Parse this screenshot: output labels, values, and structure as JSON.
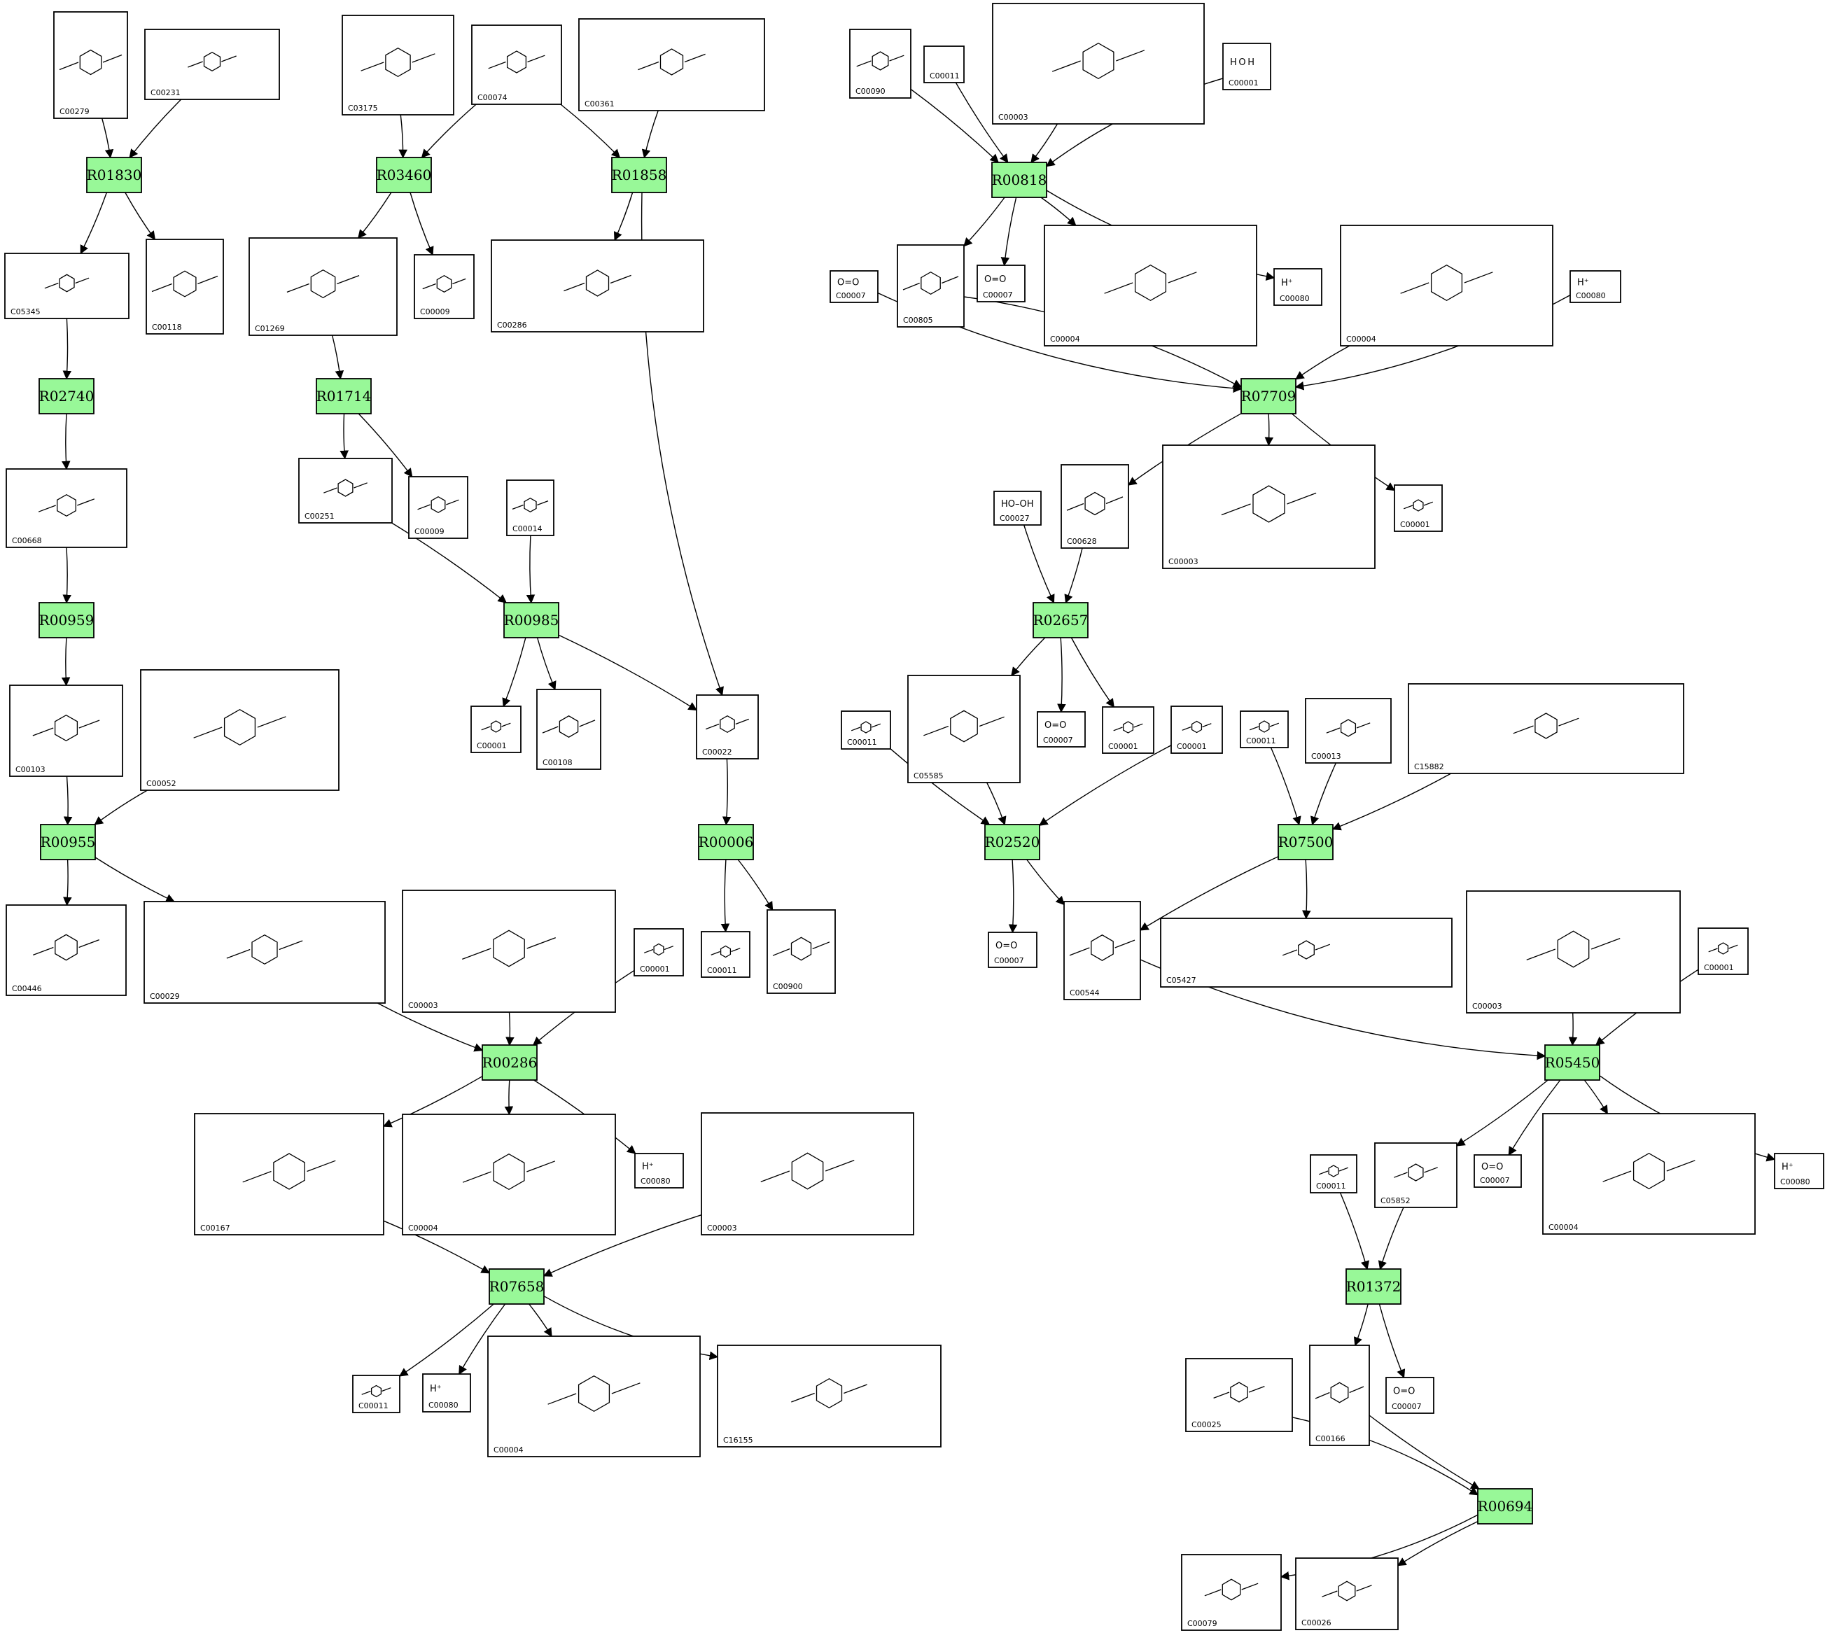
{
  "colors": {
    "reaction_fill": "#98f898",
    "compound_fill": "#ffffff",
    "line": "#000000"
  },
  "reactions": [
    {
      "id": "r01830",
      "label": "R01830"
    },
    {
      "id": "r03460",
      "label": "R03460"
    },
    {
      "id": "r01858",
      "label": "R01858"
    },
    {
      "id": "r00818",
      "label": "R00818"
    },
    {
      "id": "r02740",
      "label": "R02740"
    },
    {
      "id": "r01714",
      "label": "R01714"
    },
    {
      "id": "r07709",
      "label": "R07709"
    },
    {
      "id": "r00959",
      "label": "R00959"
    },
    {
      "id": "r00985",
      "label": "R00985"
    },
    {
      "id": "r02657",
      "label": "R02657"
    },
    {
      "id": "r00955",
      "label": "R00955"
    },
    {
      "id": "r00006",
      "label": "R00006"
    },
    {
      "id": "r02520",
      "label": "R02520"
    },
    {
      "id": "r07500",
      "label": "R07500"
    },
    {
      "id": "r00286",
      "label": "R00286"
    },
    {
      "id": "r05450",
      "label": "R05450"
    },
    {
      "id": "r07658",
      "label": "R07658"
    },
    {
      "id": "r01372",
      "label": "R01372"
    },
    {
      "id": "r00694",
      "label": "R00694"
    }
  ],
  "compounds": [
    {
      "id": "c00279",
      "label": "C00279"
    },
    {
      "id": "c00231",
      "label": "C00231"
    },
    {
      "id": "c03175",
      "label": "C03175"
    },
    {
      "id": "c00074",
      "label": "C00074"
    },
    {
      "id": "c00361",
      "label": "C00361"
    },
    {
      "id": "c00090",
      "label": "C00090"
    },
    {
      "id": "c00011_a",
      "label": "C00011"
    },
    {
      "id": "c00003_a",
      "label": "C00003"
    },
    {
      "id": "c00001_a",
      "label": "C00001",
      "formula": "H O H"
    },
    {
      "id": "c05345",
      "label": "C05345"
    },
    {
      "id": "c00118",
      "label": "C00118"
    },
    {
      "id": "c01269",
      "label": "C01269"
    },
    {
      "id": "c00009_a",
      "label": "C00009"
    },
    {
      "id": "c00286",
      "label": "C00286"
    },
    {
      "id": "c00007_a",
      "label": "C00007",
      "formula": "O=O"
    },
    {
      "id": "c00805",
      "label": "C00805"
    },
    {
      "id": "c00007_b",
      "label": "C00007",
      "formula": "O=O"
    },
    {
      "id": "c00004_a",
      "label": "C00004"
    },
    {
      "id": "c00080_a",
      "label": "C00080",
      "formula": "H⁺"
    },
    {
      "id": "c00004_b",
      "label": "C00004"
    },
    {
      "id": "c00080_b",
      "label": "C00080",
      "formula": "H⁺"
    },
    {
      "id": "c00668",
      "label": "C00668"
    },
    {
      "id": "c00251",
      "label": "C00251"
    },
    {
      "id": "c00009_b",
      "label": "C00009"
    },
    {
      "id": "c00014",
      "label": "C00014"
    },
    {
      "id": "c00027",
      "label": "C00027",
      "formula": "HO–OH"
    },
    {
      "id": "c00628",
      "label": "C00628"
    },
    {
      "id": "c00003_b",
      "label": "C00003"
    },
    {
      "id": "c00001_b",
      "label": "C00001"
    },
    {
      "id": "c00103",
      "label": "C00103"
    },
    {
      "id": "c00052",
      "label": "C00052"
    },
    {
      "id": "c00001_c",
      "label": "C00001"
    },
    {
      "id": "c00108",
      "label": "C00108"
    },
    {
      "id": "c00022",
      "label": "C00022"
    },
    {
      "id": "c00011_b",
      "label": "C00011"
    },
    {
      "id": "c05585",
      "label": "C05585"
    },
    {
      "id": "c00007_c",
      "label": "C00007",
      "formula": "O=O"
    },
    {
      "id": "c00001_d",
      "label": "C00001"
    },
    {
      "id": "c00001_e",
      "label": "C00001"
    },
    {
      "id": "c00011_c",
      "label": "C00011"
    },
    {
      "id": "c00013",
      "label": "C00013"
    },
    {
      "id": "c15882",
      "label": "C15882"
    },
    {
      "id": "c00446",
      "label": "C00446"
    },
    {
      "id": "c00029",
      "label": "C00029"
    },
    {
      "id": "c00003_c",
      "label": "C00003"
    },
    {
      "id": "c00001_f",
      "label": "C00001"
    },
    {
      "id": "c00011_d",
      "label": "C00011"
    },
    {
      "id": "c00900",
      "label": "C00900"
    },
    {
      "id": "c00007_d",
      "label": "C00007",
      "formula": "O=O"
    },
    {
      "id": "c00544",
      "label": "C00544"
    },
    {
      "id": "c05427",
      "label": "C05427"
    },
    {
      "id": "c00003_d",
      "label": "C00003"
    },
    {
      "id": "c00001_g",
      "label": "C00001"
    },
    {
      "id": "c00167",
      "label": "C00167"
    },
    {
      "id": "c00004_c",
      "label": "C00004"
    },
    {
      "id": "c00080_c",
      "label": "C00080",
      "formula": "H⁺"
    },
    {
      "id": "c00003_e",
      "label": "C00003"
    },
    {
      "id": "c00011_e",
      "label": "C00011"
    },
    {
      "id": "c05852",
      "label": "C05852"
    },
    {
      "id": "c00007_e",
      "label": "C00007",
      "formula": "O=O"
    },
    {
      "id": "c00004_d",
      "label": "C00004"
    },
    {
      "id": "c00080_d",
      "label": "C00080",
      "formula": "H⁺"
    },
    {
      "id": "c00011_f",
      "label": "C00011"
    },
    {
      "id": "c00080_e",
      "label": "C00080",
      "formula": "H⁺"
    },
    {
      "id": "c00004_e",
      "label": "C00004"
    },
    {
      "id": "c16155",
      "label": "C16155"
    },
    {
      "id": "c00025",
      "label": "C00025"
    },
    {
      "id": "c00166",
      "label": "C00166"
    },
    {
      "id": "c00007_f",
      "label": "C00007",
      "formula": "O=O"
    },
    {
      "id": "c00079",
      "label": "C00079"
    },
    {
      "id": "c00026",
      "label": "C00026"
    }
  ]
}
